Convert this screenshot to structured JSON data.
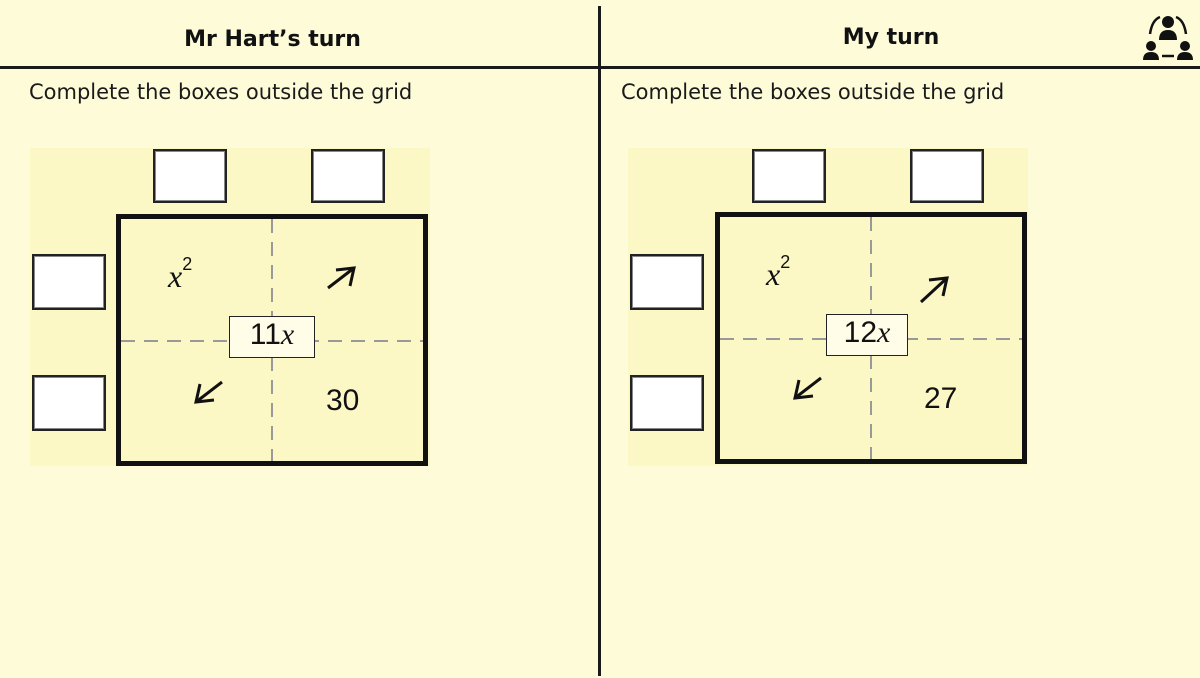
{
  "left_panel": {
    "heading": "Mr Hart’s turn",
    "instruction": "Complete the boxes outside the grid",
    "diagonal_term": "11",
    "diagonal_var": "x",
    "square_var": "x",
    "square_exp": "2",
    "constant": "30"
  },
  "right_panel": {
    "heading": "My turn",
    "instruction": "Complete the boxes outside the grid",
    "diagonal_term": "12",
    "diagonal_var": "x",
    "square_var": "x",
    "square_exp": "2",
    "constant": "27"
  },
  "icons": {
    "team": "group-people-icon"
  },
  "colors": {
    "background": "#fdfbd8",
    "grid_fill": "#fcf8c6",
    "border": "#111111"
  }
}
